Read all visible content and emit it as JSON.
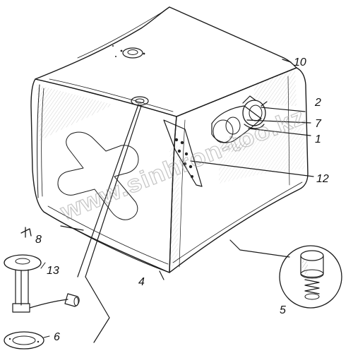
{
  "diagram": {
    "callouts": [
      {
        "id": "c10",
        "text": "10"
      },
      {
        "id": "c2",
        "text": "2"
      },
      {
        "id": "c7",
        "text": "7"
      },
      {
        "id": "c1",
        "text": "1"
      },
      {
        "id": "c12",
        "text": "12"
      },
      {
        "id": "c8",
        "text": "8"
      },
      {
        "id": "c13",
        "text": "13"
      },
      {
        "id": "c4",
        "text": "4"
      },
      {
        "id": "c5",
        "text": "5"
      },
      {
        "id": "c6",
        "text": "6"
      }
    ],
    "watermark": "www.sinhron-too.kz"
  }
}
